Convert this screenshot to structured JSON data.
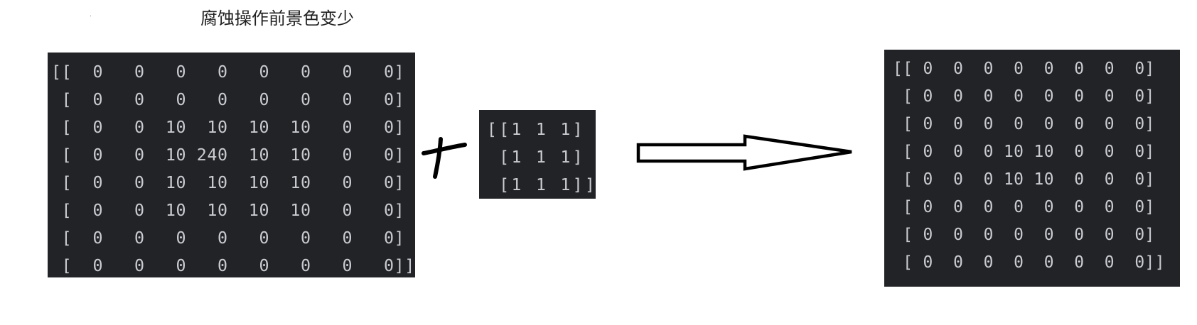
{
  "title": "腐蚀操作前景色变少",
  "matrices": {
    "before": "[[  0   0   0   0   0   0   0   0]\n [  0   0   0   0   0   0   0   0]\n [  0   0  10  10  10  10   0   0]\n [  0   0  10 240  10  10   0   0]\n [  0   0  10  10  10  10   0   0]\n [  0   0  10  10  10  10   0   0]\n [  0   0   0   0   0   0   0   0]\n [  0   0   0   0   0   0   0   0]]",
    "kernel": "[[1 1 1]\n [1 1 1]\n [1 1 1]]",
    "after": "[[ 0  0  0  0  0  0  0  0]\n [ 0  0  0  0  0  0  0  0]\n [ 0  0  0  0  0  0  0  0]\n [ 0  0  0 10 10  0  0  0]\n [ 0  0  0 10 10  0  0  0]\n [ 0  0  0  0  0  0  0  0]\n [ 0  0  0  0  0  0  0  0]\n [ 0  0  0  0  0  0  0  0]]"
  },
  "symbols": {
    "plus": "plus-icon",
    "arrow": "arrow-right-icon"
  },
  "colors": {
    "matrix_background": "#222327",
    "matrix_text": "#c9cbd1",
    "ink": "#000000"
  }
}
